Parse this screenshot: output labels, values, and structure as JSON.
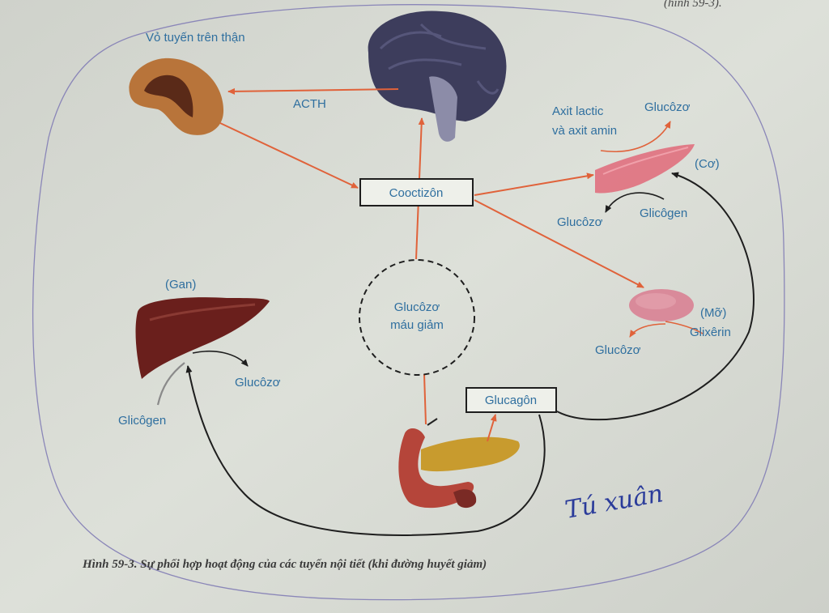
{
  "top_fragment": "(hình 59-3).",
  "labels": {
    "adrenal_cortex": "Vỏ tuyến trên thận",
    "acth": "ACTH",
    "cortisol": "Cooctizôn",
    "blood_glucose_low": [
      "Glucôzơ",
      "máu giảm"
    ],
    "glucagon": "Glucagôn",
    "liver": "(Gan)",
    "liver_glycogen": "Glicôgen",
    "liver_glucose": "Glucôzơ",
    "lactic_amino": [
      "Axit lactic",
      "và axit amin"
    ],
    "muscle_glucose_top": "Glucôzơ",
    "muscle": "(Cơ)",
    "muscle_glycogen": "Glicôgen",
    "muscle_glucose_bottom": "Glucôzơ",
    "fat": "(Mỡ)",
    "glycerin": "Glixêrin",
    "fat_glucose": "Glucôzơ"
  },
  "handwriting": "Tú xuân",
  "caption": "Hình 59-3. Sự phối hợp hoạt động của các tuyến nội tiết (khi đường huyết giảm)",
  "colors": {
    "arrow_orange": "#e0623a",
    "arrow_black": "#1e1e1e",
    "label_blue": "#2f6f9f",
    "brain": "#3d3d5c",
    "liver": "#6a1f1c",
    "adrenal": "#9a5a2a",
    "muscle": "#e0707e",
    "fat": "#d98a9a",
    "pancreas_yellow": "#c89b2e",
    "duodenum": "#b5453a"
  },
  "icons": [
    "brain-icon",
    "adrenal-gland-icon",
    "liver-icon",
    "muscle-icon",
    "fat-tissue-icon",
    "pancreas-icon"
  ]
}
